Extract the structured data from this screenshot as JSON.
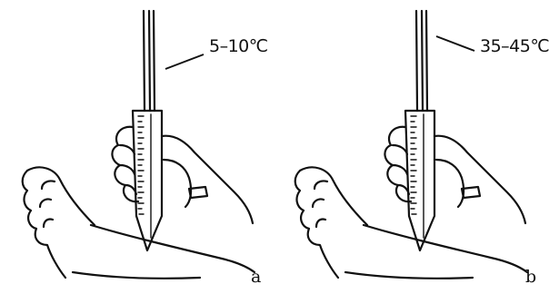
{
  "panels": [
    {
      "temperature_label": "5–10℃",
      "panel_label": "a"
    },
    {
      "temperature_label": "35–45℃",
      "panel_label": "b"
    }
  ],
  "colors": {
    "ink": "#111111",
    "background": "#ffffff"
  }
}
